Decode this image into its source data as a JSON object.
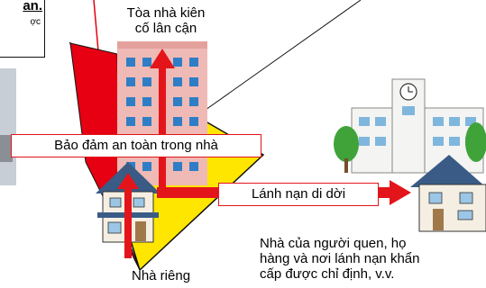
{
  "note": {
    "title": "an.",
    "line": "ợc"
  },
  "labels": {
    "nearby_building": [
      "Tòa nhà kiên",
      "cố lân cận"
    ],
    "shelter_in_place": "Bảo đảm an toàn trong nhà",
    "evacuate": "Lánh nạn di dời",
    "private_home": "Nhà riêng",
    "relatives_shelters": [
      "Nhà của người quen, họ",
      "hàng và nơi lánh nạn khẩn",
      "cấp được chỉ định, v.v."
    ]
  },
  "colors": {
    "triangle_yellow": "#ffe600",
    "triangle_red": "#e60012",
    "arrow_red": "#e3151b",
    "building_pink": "#efb9b5",
    "building_window": "#2f7ec5",
    "house_roof": "#3a5b86",
    "school_window": "#7fb6dd",
    "tree_green": "#3fa33a"
  }
}
